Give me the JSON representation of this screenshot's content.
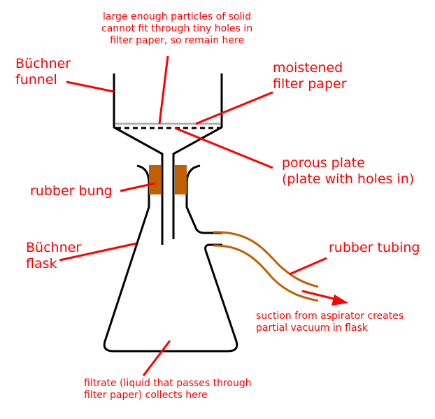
{
  "labels": {
    "particles": "large enough particles of solid\ncannot fit through tiny holes in\nfilter paper, so remain here",
    "funnel": "Büchner\nfunnel",
    "filter_paper": "moistened\nfilter paper",
    "porous_plate": "porous plate\n(plate with holes in)",
    "bung": "rubber bung",
    "flask": "Büchner\nflask",
    "tubing": "rubber tubing",
    "suction": "suction from aspirator creates\npartial vacuum in flask",
    "filtrate": "filtrate (liquid that passes through\nfilter paper) collects here"
  },
  "colors": {
    "label": "#ff0000",
    "glass": "#000000",
    "rubber": "#c06000",
    "paper": "#b0b0b0"
  }
}
